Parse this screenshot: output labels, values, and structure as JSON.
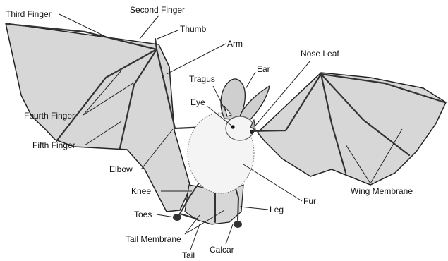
{
  "labels": {
    "third_finger": "Third Finger",
    "second_finger": "Second Finger",
    "thumb": "Thumb",
    "arm": "Arm",
    "nose_leaf": "Nose Leaf",
    "ear": "Ear",
    "tragus": "Tragus",
    "eye": "Eye",
    "fourth_finger": "Fourth Finger",
    "fifth_finger": "Fifth Finger",
    "elbow": "Elbow",
    "knee": "Knee",
    "fur": "Fur",
    "wing_membrane": "Wing Membrane",
    "toes": "Toes",
    "leg": "Leg",
    "tail_membrane": "Tail Membrane",
    "tail": "Tail",
    "calcar": "Calcar"
  },
  "colors": {
    "membrane": "#d7d7d7",
    "outline": "#222222",
    "fur": "#f4f4f4",
    "ear": "#cfcfcf"
  }
}
